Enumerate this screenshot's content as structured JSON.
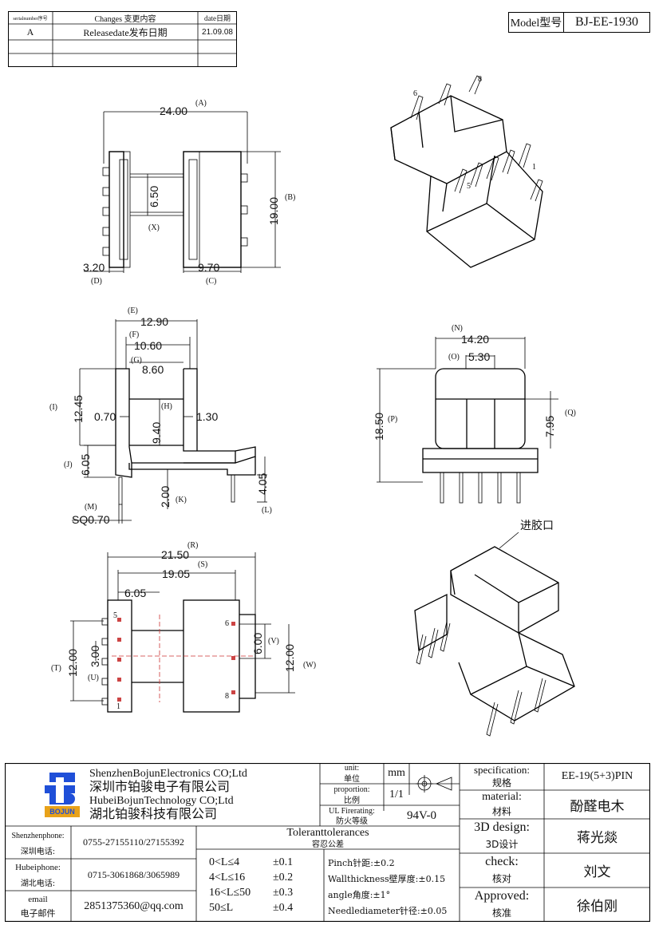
{
  "revision_table": {
    "headers": [
      "serialnumber序号",
      "Changes 变更内容",
      "date日期"
    ],
    "rows": [
      [
        "A",
        "Releasedate发布日期",
        "21.09.08"
      ]
    ]
  },
  "model": {
    "label": "Model型号",
    "value": "BJ-EE-1930"
  },
  "top_view": {
    "dims": {
      "A": "24.00",
      "B": "19.00",
      "C": "9.70",
      "D": "3.20",
      "X": "6.50"
    },
    "letters": {
      "A": "(A)",
      "B": "(B)",
      "C": "(C)",
      "D": "(D)",
      "X": "(X)"
    }
  },
  "iso_pins": {
    "p1": "1",
    "p5": "5",
    "p6": "6",
    "p8": "8"
  },
  "side_view": {
    "dims": {
      "E": "12.90",
      "F": "10.60",
      "G": "8.60",
      "H": "9.40",
      "I": "12.45",
      "J": "6.05",
      "K": "2.00",
      "L": "4.05",
      "M": "SQ0.70",
      "w1": "0.70",
      "w2": "1.30"
    },
    "letters": {
      "E": "(E)",
      "F": "(F)",
      "G": "(G)",
      "H": "(H)",
      "I": "(I)",
      "J": "(J)",
      "K": "(K)",
      "L": "(L)",
      "M": "(M)"
    }
  },
  "front_view": {
    "dims": {
      "N": "14.20",
      "O": "5.30",
      "P": "18.50",
      "Q": "7.95"
    },
    "letters": {
      "N": "(N)",
      "O": "(O)",
      "P": "(P)",
      "Q": "(Q)"
    }
  },
  "bottom_view": {
    "dims": {
      "R": "21.50",
      "S": "19.05",
      "s605": "6.05",
      "T": "12.00",
      "U": "3.00",
      "V": "6.00",
      "W": "12.00"
    },
    "letters": {
      "R": "(R)",
      "S": "(S)",
      "T": "(T)",
      "U": "(U)",
      "V": "(V)",
      "W": "(W)"
    },
    "pins": {
      "p1": "1",
      "p5": "5",
      "p6": "6",
      "p8": "8"
    }
  },
  "gate_label": "进胶口",
  "title_block": {
    "company_en_1": "ShenzhenBojunElectronics CO;Ltd",
    "company_cn_1": "深圳市铂骏电子有限公司",
    "company_en_2": "HubeiBojunTechnology CO;Ltd",
    "company_cn_2": "湖北铂骏科技有限公司",
    "logo_text": "BOJUN",
    "unit_label_en": "unit:",
    "unit_label_cn": "单位",
    "unit_value": "mm",
    "proportion_en": "proportion:",
    "proportion_cn": "比例",
    "proportion_value": "1/1",
    "ul_en": "UL Firerating:",
    "ul_cn": "防火等级",
    "ul_value": "94V-0",
    "spec_en": "specification:",
    "spec_cn": "规格",
    "spec_value": "EE-19(5+3)PIN",
    "material_en": "material:",
    "material_cn": "材料",
    "material_value": "酚醛电木",
    "design_en": "3D design:",
    "design_cn": "3D设计",
    "design_value": "蒋光燚",
    "check_en": "check:",
    "check_cn": "核对",
    "check_value": "刘文",
    "approved_en": "Approved:",
    "approved_cn": "核准",
    "approved_value": "徐伯刚",
    "sz_phone_en": "Shenzhenphone:",
    "sz_phone_cn": "深圳电话:",
    "sz_phone": "0755-27155110/27155392",
    "hb_phone_en": "Hubeiphone:",
    "hb_phone_cn": "湖北电话:",
    "hb_phone": "0715-3061868/3065989",
    "email_en": "email",
    "email_cn": "电子邮件",
    "email": "2851375360@qq.com",
    "tol_en": "Toleranttolerances",
    "tol_cn": "容忍公差",
    "tol_rows": [
      {
        "range": "0<L≤4",
        "tol": "±0.1"
      },
      {
        "range": "4<L≤16",
        "tol": "±0.2"
      },
      {
        "range": "16<L≤50",
        "tol": "±0.3"
      },
      {
        "range": "50≤L",
        "tol": "±0.4"
      }
    ],
    "notes": [
      "Pinch针距:±0.2",
      "Wallthickness壁厚度:±0.15",
      "angle角度:±1°",
      "Needlediameter针径:±0.05"
    ]
  }
}
